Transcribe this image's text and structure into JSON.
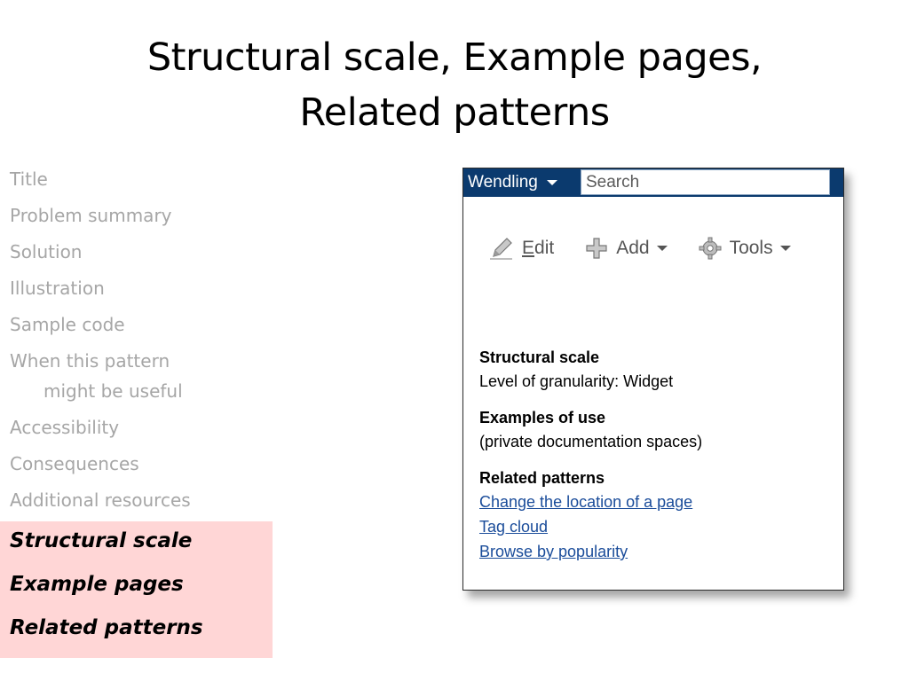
{
  "slide": {
    "title_line1": "Structural scale, Example pages,",
    "title_line2": "Related patterns"
  },
  "outline": {
    "items": [
      "Title",
      "Problem summary",
      "Solution",
      "Illustration",
      "Sample code"
    ],
    "two_line_item": {
      "line1": "When this pattern",
      "line2": "might be useful"
    },
    "items_after": [
      "Accessibility",
      "Consequences",
      "Additional resources"
    ],
    "highlighted": [
      "Structural scale",
      "Example pages",
      "Related patterns"
    ]
  },
  "screenshot": {
    "space_name": "Wendling",
    "search_placeholder": "Search",
    "toolbar": {
      "edit_label": "Edit",
      "add_label": "Add",
      "tools_label": "Tools"
    },
    "structural_scale": {
      "heading": "Structural scale",
      "text": "Level of granularity: Widget"
    },
    "examples": {
      "heading": "Examples of use",
      "text": "(private documentation spaces)"
    },
    "related": {
      "heading": "Related patterns",
      "links": [
        "Change the location of a page",
        "Tag cloud",
        "Browse by popularity"
      ]
    },
    "colors": {
      "topbar": "#0b3a6e",
      "link": "#1a4c9a"
    }
  }
}
